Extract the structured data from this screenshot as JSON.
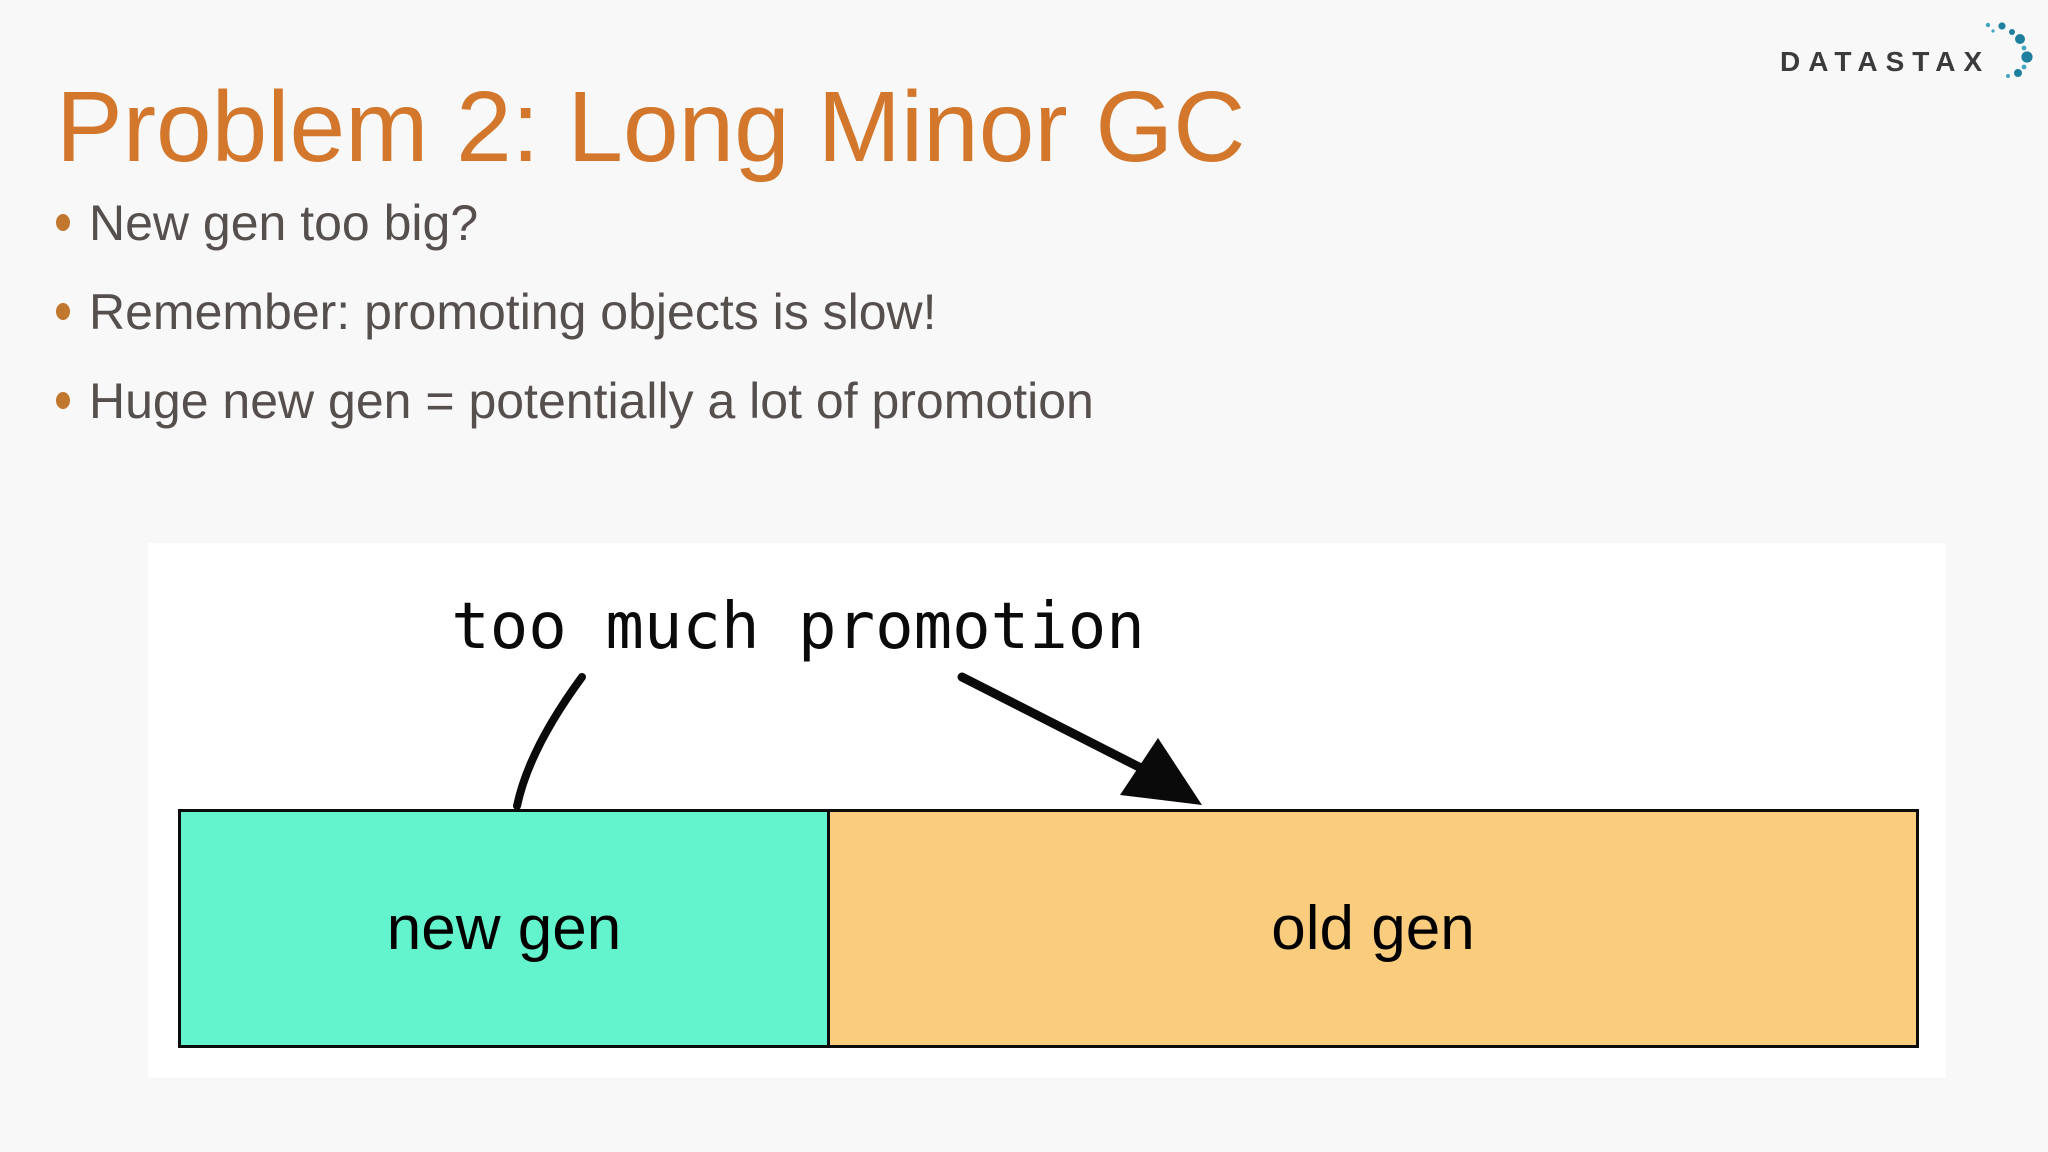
{
  "slide": {
    "title": "Problem 2: Long Minor GC",
    "logo": {
      "text": "DATASTAX"
    },
    "bullets": [
      "New gen too big?",
      "Remember: promoting objects is slow!",
      "Huge new gen = potentially a lot of promotion"
    ],
    "diagram": {
      "annotation": "too much promotion",
      "boxes": [
        {
          "label": "new gen",
          "fill": "#63F3CD"
        },
        {
          "label": "old gen",
          "fill": "#F9CD7D"
        }
      ]
    },
    "colors": {
      "title": "#D2772B",
      "bullet_dot": "#C1772D",
      "body_text": "#55504E",
      "new_gen_fill": "#63F3CD",
      "old_gen_fill": "#F9CD7D",
      "box_border": "#0B0B0B",
      "annotation_ink": "#0A0A0A",
      "logo_text_color": "#3B3B3D",
      "logo_dot": "#1E7F9E",
      "logo_dot_light": "#43A5BF",
      "slide_bg": "#F8F8F9",
      "panel_bg": "#FFFFFF"
    }
  }
}
